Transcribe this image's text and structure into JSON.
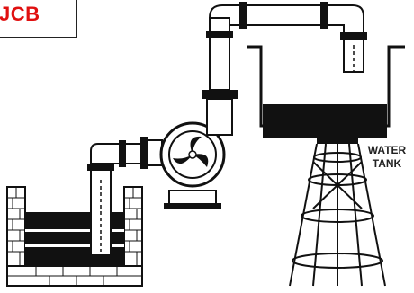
{
  "logo": {
    "text": "JCB",
    "color": "#e01010"
  },
  "labels": {
    "tank_line1": "WATER",
    "tank_line2": "TANK"
  },
  "colors": {
    "ink": "#111111",
    "paper": "#ffffff"
  }
}
